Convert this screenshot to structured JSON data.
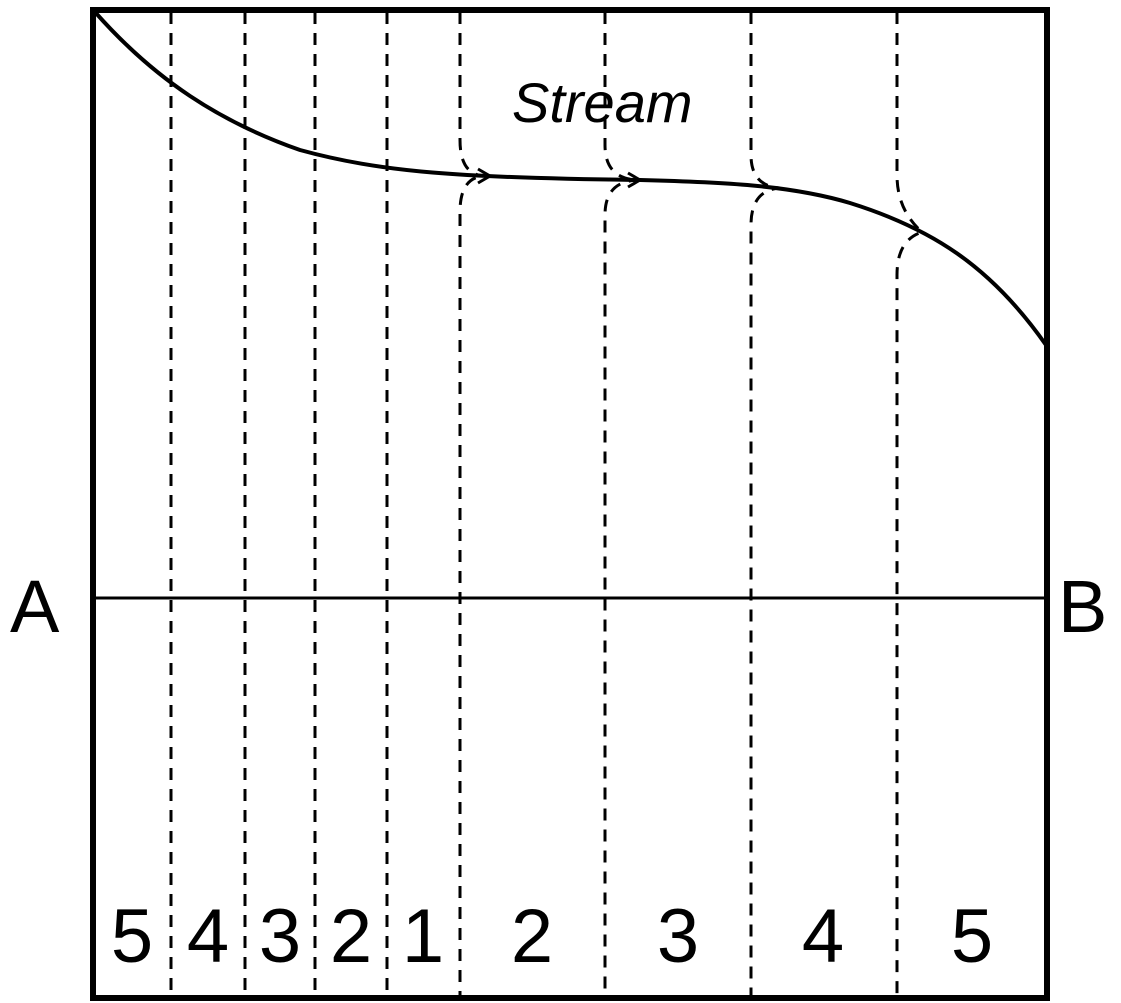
{
  "diagram": {
    "stream_label": "Stream",
    "endpoint_left": "A",
    "endpoint_right": "B",
    "contour_values": [
      "5",
      "4",
      "3",
      "2",
      "1",
      "2",
      "3",
      "4",
      "5"
    ],
    "stroke_color": "#000000",
    "background_color": "#ffffff"
  }
}
